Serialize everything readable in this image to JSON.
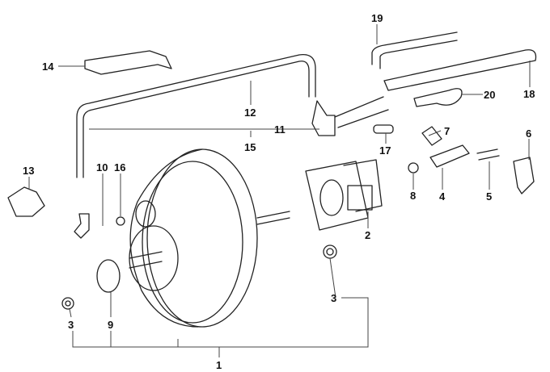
{
  "diagram": {
    "labels": [
      "19",
      "14",
      "18",
      "20",
      "12",
      "11",
      "15",
      "7",
      "6",
      "17",
      "13",
      "10",
      "16",
      "8",
      "4",
      "5",
      "2",
      "3",
      "3",
      "9",
      "1"
    ]
  }
}
